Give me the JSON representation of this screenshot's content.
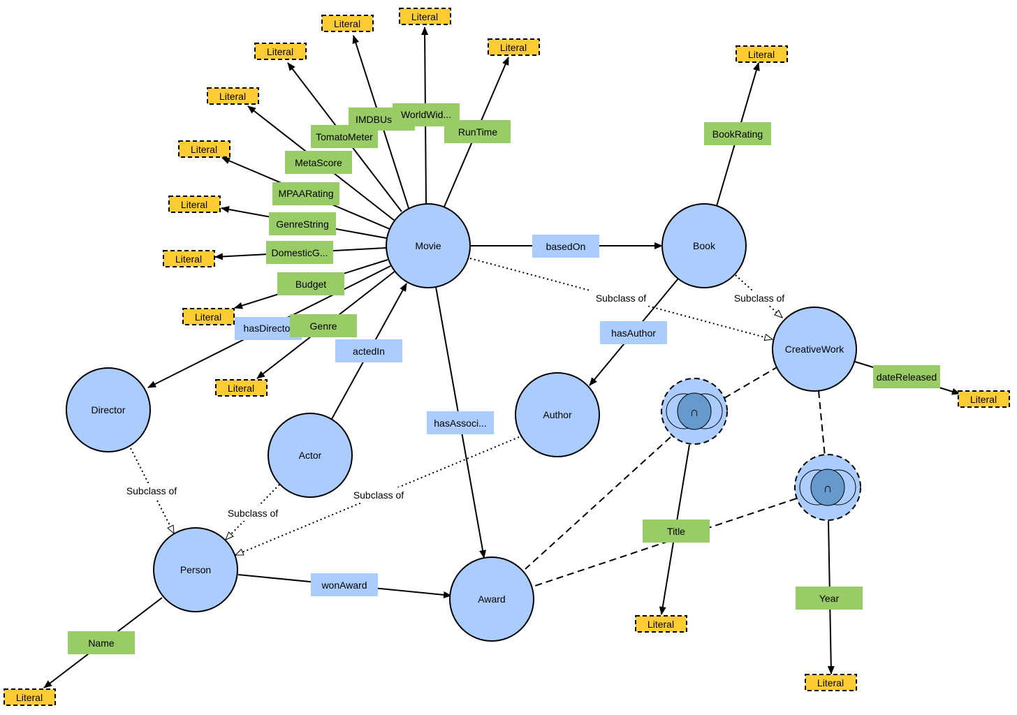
{
  "colors": {
    "class_fill": "#aaccff",
    "class_stroke": "#000000",
    "literal_fill": "#ffcc33",
    "datatype_property": "#99cc66",
    "object_property": "#aaccff",
    "intersection_fill": "#6699cc"
  },
  "icons": {
    "intersection": "intersection-symbol"
  },
  "classes": [
    {
      "id": "movie",
      "label": "Movie"
    },
    {
      "id": "book",
      "label": "Book"
    },
    {
      "id": "creativework",
      "label": "CreativeWork"
    },
    {
      "id": "director",
      "label": "Director"
    },
    {
      "id": "actor",
      "label": "Actor"
    },
    {
      "id": "author",
      "label": "Author"
    },
    {
      "id": "person",
      "label": "Person"
    },
    {
      "id": "award",
      "label": "Award"
    }
  ],
  "intersections": [
    {
      "id": "int1",
      "symbol": "∩"
    },
    {
      "id": "int2",
      "symbol": "∩"
    }
  ],
  "literals": [
    {
      "id": "l_imdb",
      "label": "Literal"
    },
    {
      "id": "l_world",
      "label": "Literal"
    },
    {
      "id": "l_tomato",
      "label": "Literal"
    },
    {
      "id": "l_run",
      "label": "Literal"
    },
    {
      "id": "l_meta",
      "label": "Literal"
    },
    {
      "id": "l_mpaa",
      "label": "Literal"
    },
    {
      "id": "l_genrestr",
      "label": "Literal"
    },
    {
      "id": "l_domestic",
      "label": "Literal"
    },
    {
      "id": "l_budget",
      "label": "Literal"
    },
    {
      "id": "l_genre",
      "label": "Literal"
    },
    {
      "id": "l_book",
      "label": "Literal"
    },
    {
      "id": "l_date",
      "label": "Literal"
    },
    {
      "id": "l_title",
      "label": "Literal"
    },
    {
      "id": "l_year",
      "label": "Literal"
    },
    {
      "id": "l_name",
      "label": "Literal"
    }
  ],
  "datatype_properties": [
    {
      "id": "p_imdb",
      "label": "IMDBUs"
    },
    {
      "id": "p_world",
      "label": "WorldWid..."
    },
    {
      "id": "p_tomato",
      "label": "TomatoMeter"
    },
    {
      "id": "p_run",
      "label": "RunTime"
    },
    {
      "id": "p_meta",
      "label": "MetaScore"
    },
    {
      "id": "p_mpaa",
      "label": "MPAARating"
    },
    {
      "id": "p_genrestr",
      "label": "GenreString"
    },
    {
      "id": "p_domestic",
      "label": "DomesticG..."
    },
    {
      "id": "p_budget",
      "label": "Budget"
    },
    {
      "id": "p_genre",
      "label": "Genre"
    },
    {
      "id": "p_bookrating",
      "label": "BookRating"
    },
    {
      "id": "p_date",
      "label": "dateReleased"
    },
    {
      "id": "p_title",
      "label": "Title"
    },
    {
      "id": "p_year",
      "label": "Year"
    },
    {
      "id": "p_name",
      "label": "Name"
    }
  ],
  "object_properties": [
    {
      "id": "o_based",
      "label": "basedOn"
    },
    {
      "id": "o_director",
      "label": "hasDirecto"
    },
    {
      "id": "o_acted",
      "label": "actedIn"
    },
    {
      "id": "o_author",
      "label": "hasAuthor"
    },
    {
      "id": "o_assoc",
      "label": "hasAssoci..."
    },
    {
      "id": "o_won",
      "label": "wonAward"
    }
  ],
  "subclass_labels": [
    {
      "id": "s_movie",
      "label": "Subclass of"
    },
    {
      "id": "s_book",
      "label": "Subclass of"
    },
    {
      "id": "s_director",
      "label": "Subclass of"
    },
    {
      "id": "s_actor",
      "label": "Subclass of"
    },
    {
      "id": "s_author",
      "label": "Subclass of"
    }
  ]
}
